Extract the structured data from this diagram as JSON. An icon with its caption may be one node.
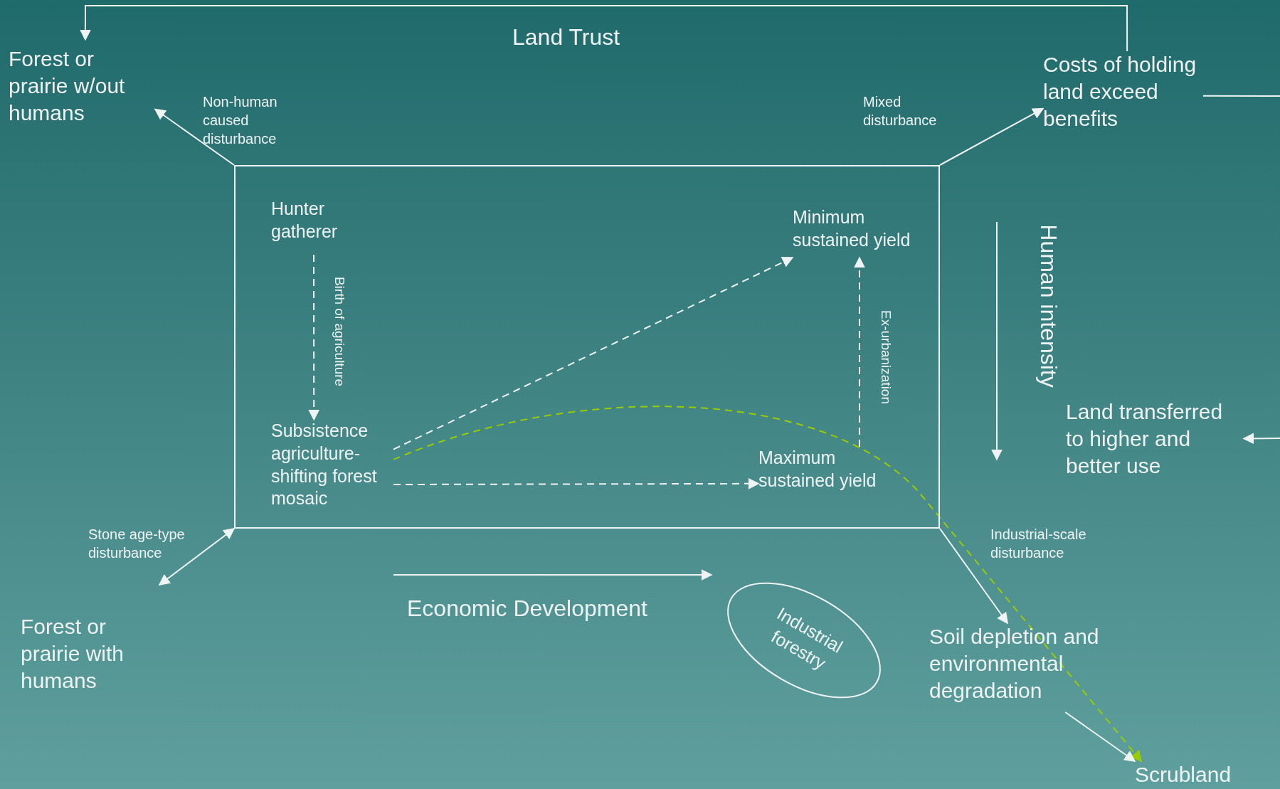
{
  "diagram": {
    "nodes": [
      {
        "text": [],
        "shape": "box"
      },
      {
        "text": [
          "Forest or prairie w/out humans"
        ]
      },
      {
        "text": [
          "Costs of holding land exceed benefits"
        ]
      },
      {
        "text": [
          "Hunter gatherer"
        ],
        "in": 0
      },
      {
        "text": [
          "Minimum sustained yield"
        ],
        "in": 0
      },
      {
        "text": [
          "Subsistence agriculture- shifting forest mosaic"
        ],
        "in": 0
      },
      {
        "text": [
          "Maximum sustained yield"
        ],
        "in": 0
      },
      {
        "text": [
          "Industrial forestry"
        ]
      },
      {
        "text": [
          "Land transferred to higher and better use"
        ]
      },
      {
        "text": [
          "Forest or prairie with humans"
        ]
      },
      {
        "text": [
          "Soil depletion and environmental degradation"
        ]
      },
      {
        "text": [
          "Scrubland"
        ]
      }
    ],
    "edges": [
      {
        "from": 2,
        "to": 1,
        "arrow": "to",
        "label": "Land Trust"
      },
      {
        "from": 0,
        "to": 1,
        "arrow": "to",
        "label": "Non-human caused disturbance"
      },
      {
        "from": 0,
        "to": 2,
        "arrow": "to",
        "label": "Mixed disturbance"
      },
      {
        "from": 0,
        "to": 9,
        "arrow": "both",
        "label": "Stone age-type disturbance"
      },
      {
        "from": 0,
        "to": 10,
        "arrow": "to",
        "label": "Industrial-scale disturbance"
      },
      {
        "from": 3,
        "to": 5,
        "arrow": "to",
        "style": "dashed",
        "label": "Birth of agriculture"
      },
      {
        "from": 5,
        "to": 4,
        "arrow": "to",
        "style": "dashed"
      },
      {
        "from": 5,
        "to": 6,
        "arrow": "to",
        "style": "dashed"
      },
      {
        "from": 6,
        "to": 4,
        "arrow": "to",
        "style": "dashed",
        "label": "Ex-urbanization"
      },
      {
        "from": 5,
        "to": 11,
        "arrow": "to",
        "style": "dashed",
        "color": "#99cc00"
      },
      {
        "from": 10,
        "to": 11,
        "arrow": "to"
      },
      {
        "from": 2,
        "to": null,
        "arrow": "none"
      },
      {
        "from": null,
        "to": 8,
        "arrow": "to"
      }
    ],
    "labels": [
      "Human intensity",
      "Economic Development"
    ]
  }
}
